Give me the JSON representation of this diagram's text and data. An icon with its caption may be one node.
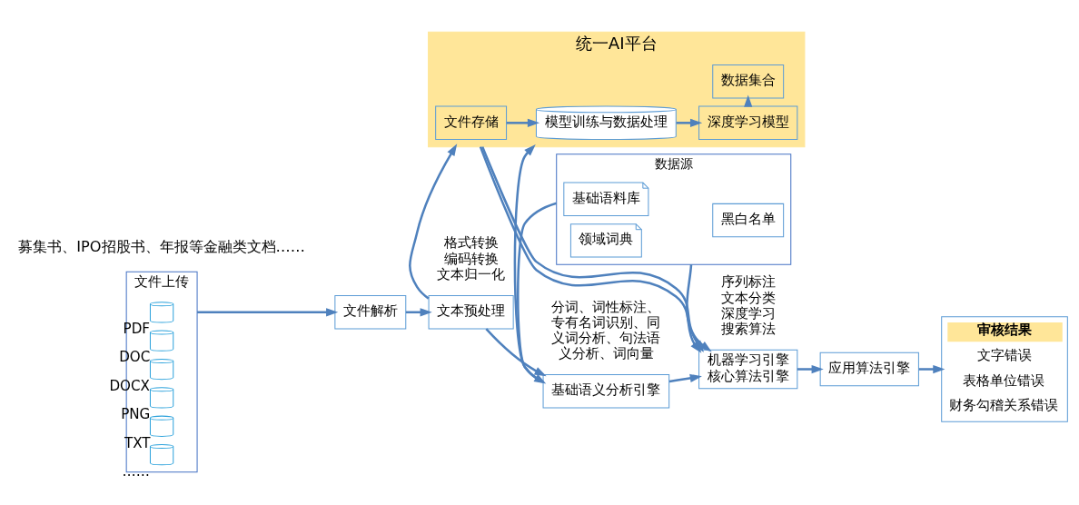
{
  "diagram": {
    "nodes": [
      {
        "text": [
          "文件上传"
        ]
      },
      {
        "text": [],
        "shape": "cylinder",
        "in": 0,
        "beside": [
          "PDF"
        ]
      },
      {
        "text": [],
        "shape": "cylinder",
        "in": 0,
        "beside": [
          "DOC"
        ]
      },
      {
        "text": [],
        "shape": "cylinder",
        "in": 0,
        "beside": [
          "DOCX"
        ]
      },
      {
        "text": [],
        "shape": "cylinder",
        "in": 0,
        "beside": [
          "PNG"
        ]
      },
      {
        "text": [],
        "shape": "cylinder",
        "in": 0,
        "beside": [
          "TXT"
        ]
      },
      {
        "text": [],
        "shape": "cylinder",
        "in": 0,
        "beside": [
          "……"
        ]
      },
      {
        "text": [
          "文件解析"
        ]
      },
      {
        "text": [
          "文本预处理"
        ],
        "beside": [
          "格式转换",
          "编码转换",
          "文本归一化"
        ]
      },
      {
        "text": [
          "基础语义分析引擎"
        ],
        "beside": [
          "分词、词性标注、专有名词识别、同义词分析、句法语义分析、词向量"
        ]
      },
      {
        "text": [
          "机器学习引擎",
          "核心算法引擎"
        ],
        "beside": [
          "序列标注",
          "文本分类",
          "深度学习",
          "搜索算法"
        ]
      },
      {
        "text": [
          "应用算法引擎"
        ]
      },
      {
        "text": [
          "审核结果",
          "文字错误",
          "表格单位错误",
          "财务勾稽关系错误"
        ]
      },
      {
        "text": [
          "统一AI平台"
        ]
      },
      {
        "text": [
          "文件存储"
        ],
        "in": 13
      },
      {
        "text": [
          "模型训练与数据处理"
        ],
        "in": 13
      },
      {
        "text": [
          "深度学习模型"
        ],
        "in": 13
      },
      {
        "text": [
          "数据集合"
        ],
        "in": 13
      },
      {
        "text": [
          "数据源"
        ]
      },
      {
        "text": [
          "基础语料库"
        ],
        "in": 18
      },
      {
        "text": [
          "领域词典"
        ],
        "in": 18
      },
      {
        "text": [
          "黑白名单"
        ],
        "in": 18
      }
    ],
    "edges": [
      {
        "from": 0,
        "to": 7,
        "arrow": "to"
      },
      {
        "from": 7,
        "to": 8,
        "arrow": "to"
      },
      {
        "from": 8,
        "to": 9,
        "arrow": "to"
      },
      {
        "from": 9,
        "to": 10,
        "arrow": "to"
      },
      {
        "from": 10,
        "to": 11,
        "arrow": "to"
      },
      {
        "from": 11,
        "to": 12,
        "arrow": "to"
      },
      {
        "from": 14,
        "to": 15,
        "arrow": "to"
      },
      {
        "from": 15,
        "to": 16,
        "arrow": "to"
      },
      {
        "from": 16,
        "to": 17,
        "arrow": "to"
      },
      {
        "from": 8,
        "to": 13,
        "arrow": "to"
      },
      {
        "from": 9,
        "to": 13,
        "arrow": "to"
      },
      {
        "from": 13,
        "to": 10,
        "arrow": "to"
      },
      {
        "from": 13,
        "to": 10,
        "arrow": "to"
      },
      {
        "from": 18,
        "to": 9,
        "arrow": "to"
      },
      {
        "from": 18,
        "to": 10,
        "arrow": "to"
      }
    ],
    "labels": [
      "募集书、IPO招股书、年报等金融类文档……"
    ]
  }
}
